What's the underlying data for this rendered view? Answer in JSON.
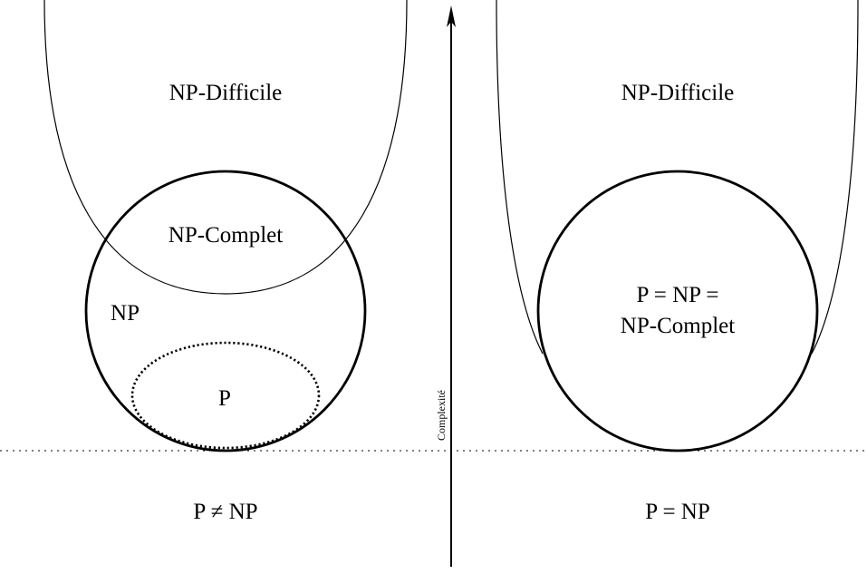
{
  "colors": {
    "ink": "#000000",
    "background": "#ffffff"
  },
  "left_panel": {
    "np_hard_label": "NP-Difficile",
    "np_complete_label": "NP-Complet",
    "np_label": "NP",
    "p_label": "P",
    "caption": "P ≠ NP"
  },
  "right_panel": {
    "np_hard_label": "NP-Difficile",
    "merged_label_line1": "P = NP =",
    "merged_label_line2": "NP-Complet",
    "caption": "P = NP"
  },
  "axis": {
    "label": "Complexité"
  }
}
